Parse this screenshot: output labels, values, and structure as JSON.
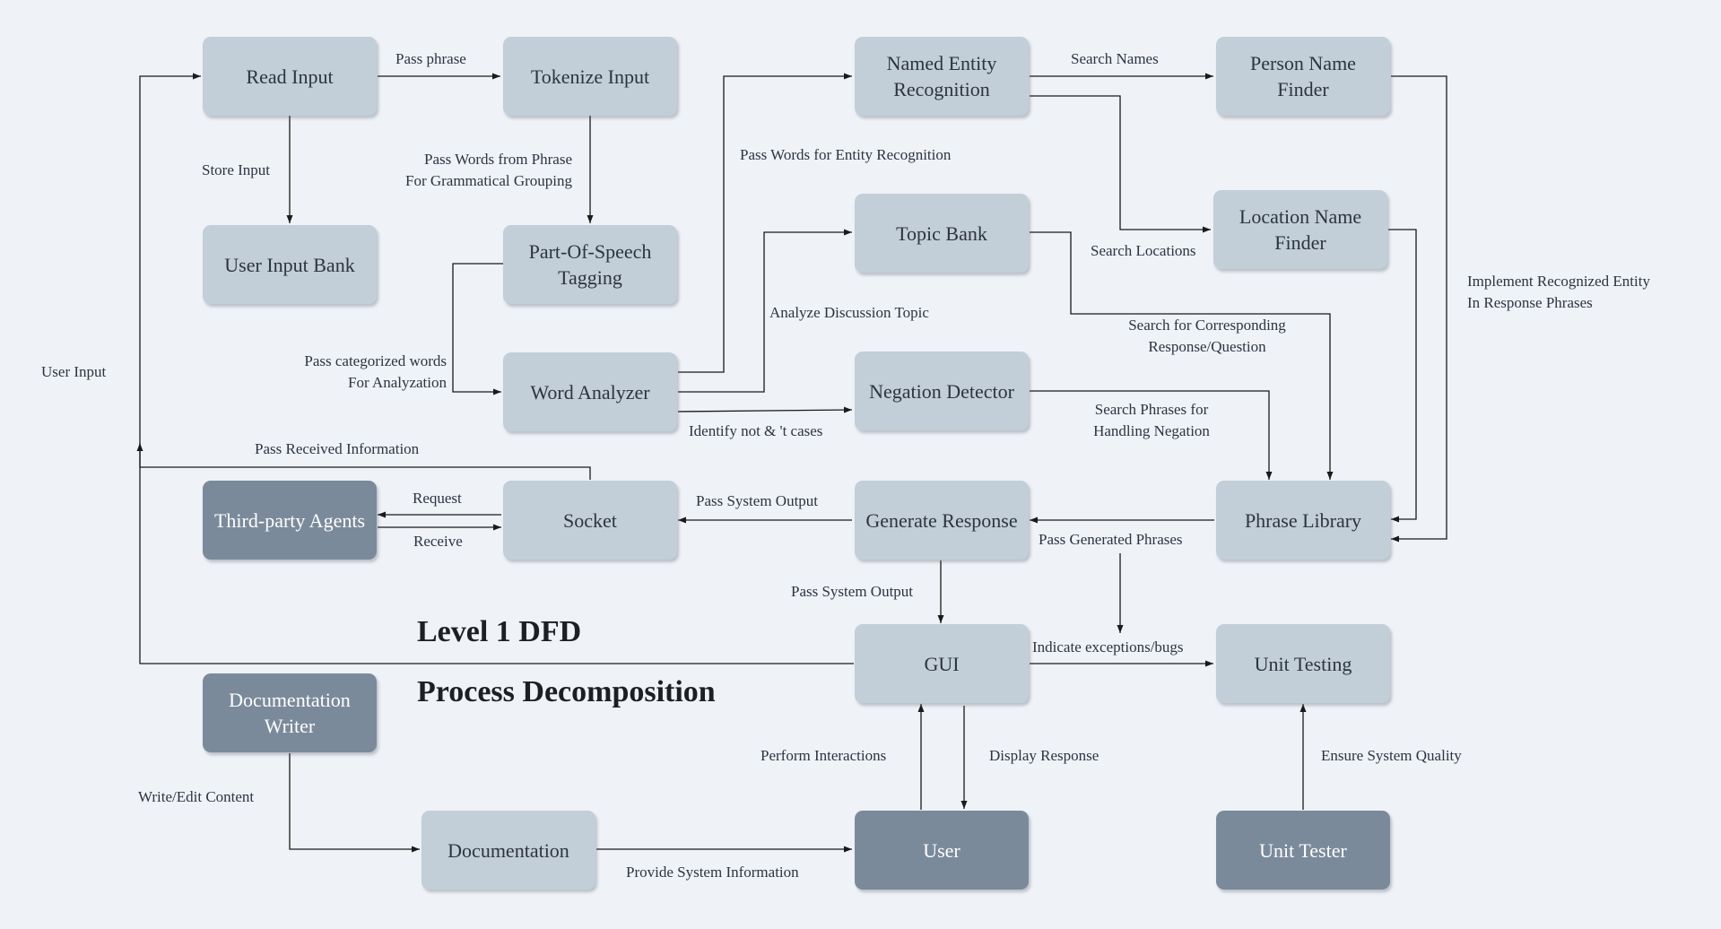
{
  "nodes": {
    "read_input": "Read Input",
    "tokenize_input": "Tokenize Input",
    "ner": "Named Entity\nRecognition",
    "person_name_finder": "Person Name\nFinder",
    "user_input_bank": "User Input Bank",
    "pos_tagging": "Part-Of-Speech\nTagging",
    "topic_bank": "Topic Bank",
    "location_name_finder": "Location Name\nFinder",
    "word_analyzer": "Word Analyzer",
    "negation_detector": "Negation Detector",
    "third_party_agents": "Third-party Agents",
    "socket": "Socket",
    "generate_response": "Generate Response",
    "phrase_library": "Phrase Library",
    "gui": "GUI",
    "unit_testing": "Unit Testing",
    "documentation_writer": "Documentation\nWriter",
    "documentation": "Documentation",
    "user": "User",
    "unit_tester": "Unit Tester"
  },
  "labels": {
    "pass_phrase": "Pass phrase",
    "store_input": "Store Input",
    "pass_words_grouping": "Pass Words from Phrase\nFor Grammatical Grouping",
    "pass_words_entity": "Pass Words for Entity Recognition",
    "search_names": "Search Names",
    "search_locations": "Search Locations",
    "implement_entity": "Implement Recognized Entity\nIn Response Phrases",
    "user_input": "User Input",
    "pass_categorized": "Pass categorized words\nFor Analyzation",
    "analyze_topic": "Analyze Discussion Topic",
    "search_corresponding": "Search for Corresponding\nResponse/Question",
    "identify_not": "Identify not & 't cases",
    "search_negation": "Search Phrases for\nHandling Negation",
    "pass_received": "Pass Received Information",
    "request": "Request",
    "receive": "Receive",
    "pass_system_output_socket": "Pass System Output",
    "pass_generated_phrases": "Pass Generated Phrases",
    "pass_system_output_gui": "Pass System Output",
    "indicate_exceptions": "Indicate exceptions/bugs",
    "perform_interactions": "Perform Interactions",
    "display_response": "Display Response",
    "ensure_quality": "Ensure System Quality",
    "write_edit": "Write/Edit Content",
    "provide_info": "Provide System Information"
  },
  "titles": {
    "level": "Level 1 DFD",
    "decomposition": "Process Decomposition"
  },
  "colors": {
    "background": "#eff2f6",
    "process_fill": "#c2ced8",
    "entity_fill": "#7b8a9b",
    "line": "#1a1a1a"
  }
}
